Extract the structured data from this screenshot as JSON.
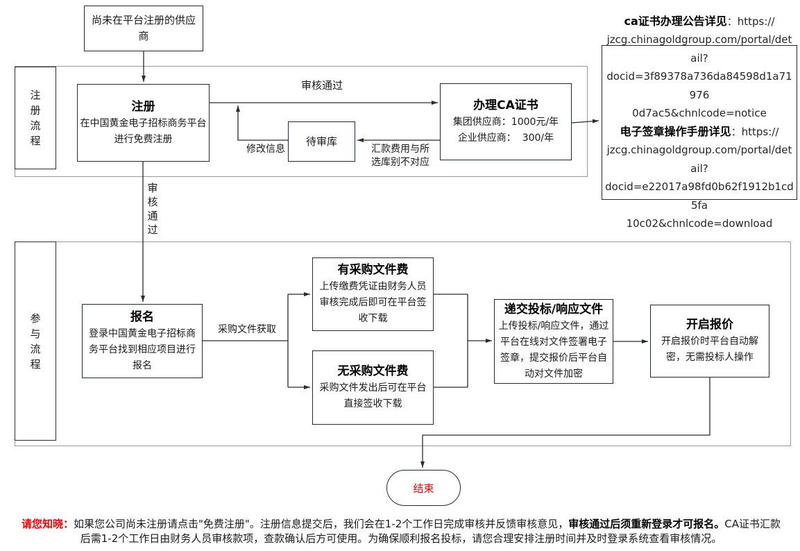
{
  "colors": {
    "box_border": "#1b2a4a",
    "section_border": "#9a9a9a",
    "connector": "#2b2b2b",
    "accent_red": "#ff0000"
  },
  "start_box": {
    "text": "尚未在平台注册的供应商"
  },
  "sections": {
    "register": {
      "label": "注\n册\n流\n程"
    },
    "participate": {
      "label": "参\n与\n流\n程"
    }
  },
  "boxes": {
    "register": {
      "title": "注册",
      "body": "在中国黄金电子招标商务平台\n进行免费注册"
    },
    "pending": {
      "title": "待审库"
    },
    "ca": {
      "title": "办理CA证书",
      "body": "集团供应商：1000元/年\n企业供应商：  300/年"
    },
    "signup": {
      "title": "报名",
      "body": "登录中国黄金电子招标商\n务平台找到相应项目进行\n报名"
    },
    "fee": {
      "title": "有采购文件费",
      "body": "上传缴费凭证由财务人员\n审核完成后即可在平台签\n收下载"
    },
    "nofee": {
      "title": "无采购文件费",
      "body": "采购文件发出后可在平台\n直接签收下载"
    },
    "submit": {
      "title": "递交投标/响应文件",
      "body": "上传投标/响应文件，通过\n平台在线对文件签署电子\n签章，提交报价后平台自\n动对文件加密"
    },
    "open": {
      "title": "开启报价",
      "body": "开启报价时平台自动解\n密，无需投标人操作"
    },
    "end": {
      "title": "结束"
    }
  },
  "edge_labels": {
    "approved_top": "审核通过",
    "modify": "修改信息",
    "remit_mismatch": "汇款费用与所\n选库别不对应",
    "approved_vertical": "审\n核\n通\n过",
    "doc_fetch": "采购文件获取"
  },
  "info_box": {
    "entry1": {
      "title": "ca证书办理公告详见",
      "lead": "：https://",
      "rest": "jzcg.chinagoldgroup.com/portal/detail?\ndocid=3f89378a736da84598d1a71976\n0d7ac5&chnlcode=notice"
    },
    "entry2": {
      "title": "电子签章操作手册详见",
      "lead": "：https://",
      "rest": "jzcg.chinagoldgroup.com/portal/detail?\ndocid=e22017a98fd0b62f1912b1cd5fa\n10c02&chnlcode=download"
    }
  },
  "note": {
    "prefix": "请您知晓：",
    "part1": "如果您公司尚未注册请点击\"免费注册\"。注册信息提交后，我们会在1-2个工作日完成审核并反馈审核意见，",
    "bold": "审核通过后须重新登录才可报名。",
    "part2": "CA证书汇款后需1-2个工作日由财务人员审核款项，查款确认后方可使用。为确保顺利报名投标，请您合理安排注册时间并及时登录系统查看审核情况。"
  }
}
